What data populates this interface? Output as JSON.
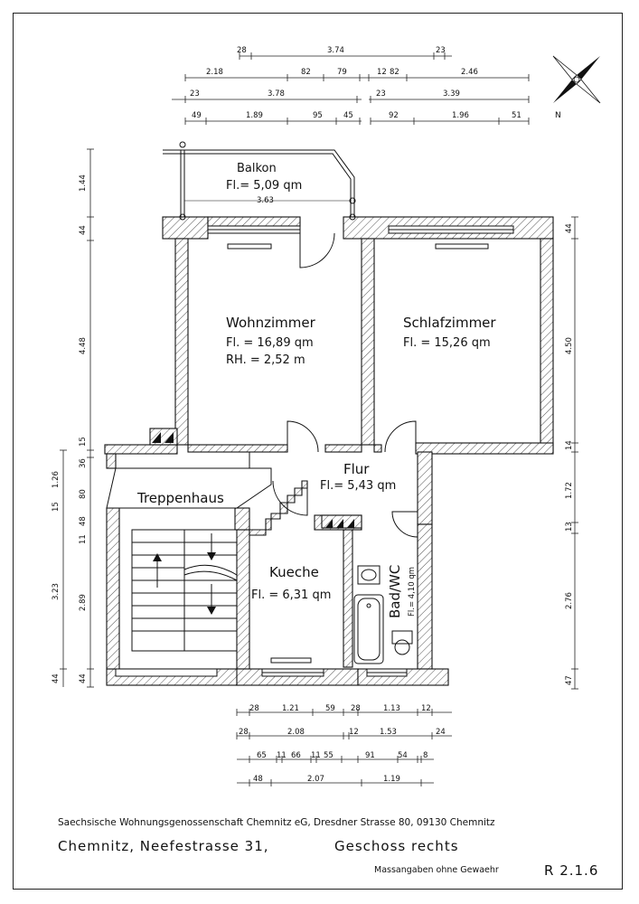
{
  "rooms": {
    "balkon": {
      "name": "Balkon",
      "area": "Fl.= 5,09 qm",
      "width": "3.63"
    },
    "wohnzimmer": {
      "name": "Wohnzimmer",
      "area": "Fl. = 16,89 qm",
      "height": "RH. = 2,52 m"
    },
    "schlafzimmer": {
      "name": "Schlafzimmer",
      "area": "Fl. = 15,26 qm"
    },
    "flur": {
      "name": "Flur",
      "area": "Fl.= 5,43 qm"
    },
    "treppenhaus": {
      "name": "Treppenhaus"
    },
    "kueche": {
      "name": "Kueche",
      "area": "Fl. = 6,31 qm"
    },
    "bad": {
      "name": "Bad/WC",
      "area": "Fl.= 4,10 qm"
    }
  },
  "top_dims": {
    "row1": [
      "28",
      "3.74",
      "23"
    ],
    "row2": [
      "2.18",
      "82",
      "79",
      "12",
      "82",
      "2.46"
    ],
    "row3": [
      "23",
      "3.78",
      "23",
      "3.39"
    ],
    "row4": [
      "49",
      "1.89",
      "95",
      "45",
      "92",
      "1.96",
      "51"
    ]
  },
  "bottom_dims": {
    "row1": [
      "28",
      "1.21",
      "59",
      "28",
      "1.13",
      "12"
    ],
    "row2": [
      "28",
      "2.08",
      "12",
      "1.53",
      "24"
    ],
    "row3": [
      "65",
      "11",
      "66",
      "11",
      "55",
      "91",
      "54",
      "8"
    ],
    "row4": [
      "48",
      "2.07",
      "1.19"
    ]
  },
  "left_dims": {
    "outer": [
      "1.44",
      "44",
      "4.48",
      "15",
      "3.23",
      "44"
    ],
    "inner": [
      "36",
      "15",
      "1.26",
      "80",
      "48",
      "11",
      "2.89",
      "44"
    ]
  },
  "right_dims": [
    "44",
    "4.50",
    "14",
    "1.72",
    "13",
    "2.76",
    "47"
  ],
  "compass": {
    "label": "N"
  },
  "footer": {
    "company": "Saechsische Wohnungsgenossenschaft Chemnitz eG, Dresdner Strasse 80,  09130 Chemnitz",
    "address": "Chemnitz, Neefestrasse 31,",
    "floor": "Geschoss rechts",
    "disclaimer": "Massangaben ohne Gewaehr",
    "code": "R 2.1.6"
  },
  "colors": {
    "line": "#111111",
    "hatch": "#555555",
    "background": "#ffffff"
  }
}
